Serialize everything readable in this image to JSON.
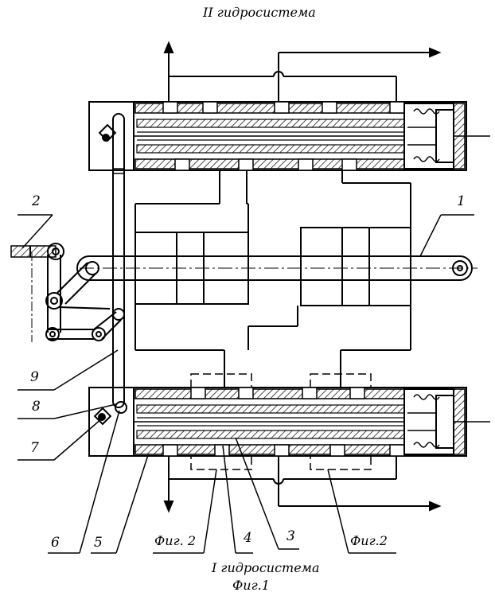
{
  "title_top": "II гидросистема",
  "title_bottom": "I гидросистема",
  "figure_caption": "Фиг.1",
  "section_labels": {
    "left": "Фиг. 2",
    "right": "Фиг.2"
  },
  "callouts": {
    "c1": "1",
    "c2": "2",
    "c3": "3",
    "c4": "4",
    "c5": "5",
    "c6": "6",
    "c7": "7",
    "c8": "8",
    "c9": "9"
  },
  "colors": {
    "ink": "#000000",
    "paper": "#ffffff"
  }
}
